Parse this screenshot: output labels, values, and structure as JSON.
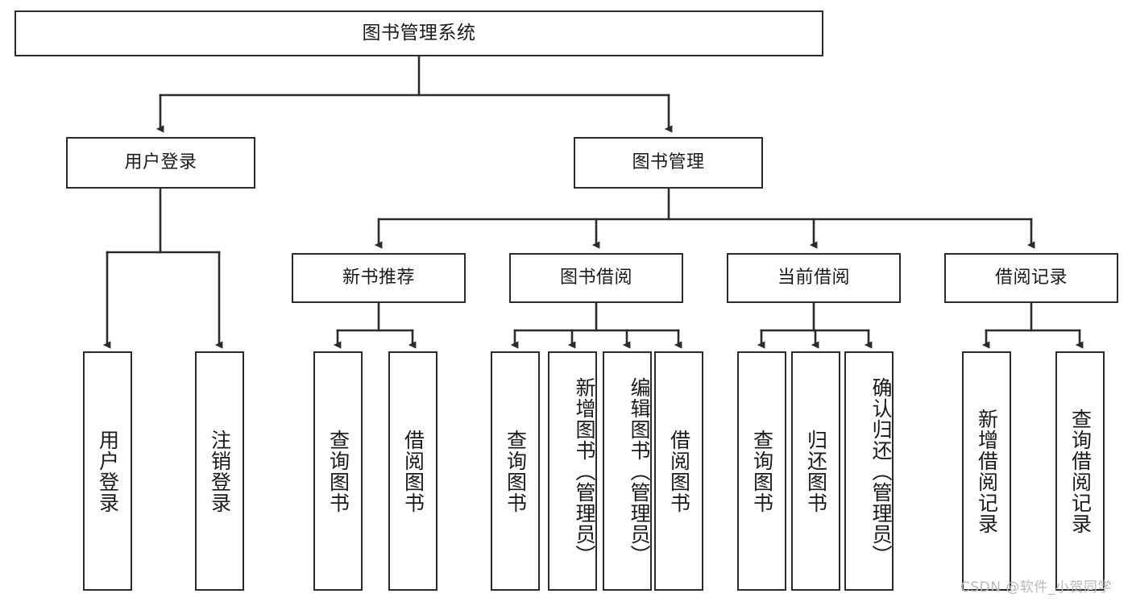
{
  "diagram": {
    "type": "tree",
    "title": "图书管理系统",
    "orientation": "top-down",
    "colors": {
      "border": "#2b2b2b",
      "fill": "#ffffff",
      "text": "#1a1a1a",
      "edge": "#2b2b2b",
      "watermark": "#b9b9b9"
    }
  },
  "nodes": {
    "root": {
      "label": "图书管理系统"
    },
    "level1": [
      {
        "id": "user-login",
        "label": "用户登录"
      },
      {
        "id": "book-management",
        "label": "图书管理"
      }
    ],
    "level2": [
      {
        "id": "new-book-recommend",
        "label": "新书推荐"
      },
      {
        "id": "book-borrow",
        "label": "图书借阅"
      },
      {
        "id": "current-borrow",
        "label": "当前借阅"
      },
      {
        "id": "borrow-record",
        "label": "借阅记录"
      }
    ],
    "leaves": {
      "user_login": [
        {
          "id": "leaf-user-login",
          "label": "用户登录"
        },
        {
          "id": "leaf-logout-login",
          "label": "注销登录"
        }
      ],
      "new_book_recommend": [
        {
          "id": "leaf-query-book-1",
          "label": "查询图书"
        },
        {
          "id": "leaf-borrow-book-1",
          "label": "借阅图书"
        }
      ],
      "book_borrow": [
        {
          "id": "leaf-query-book-2",
          "label": "查询图书"
        },
        {
          "id": "leaf-add-book-admin",
          "label": "新增图书（管理员）"
        },
        {
          "id": "leaf-edit-book-admin",
          "label": "编辑图书（管理员）"
        },
        {
          "id": "leaf-borrow-book-2",
          "label": "借阅图书"
        }
      ],
      "current_borrow": [
        {
          "id": "leaf-query-book-3",
          "label": "查询图书"
        },
        {
          "id": "leaf-return-book",
          "label": "归还图书"
        },
        {
          "id": "leaf-confirm-return-admin",
          "label": "确认归还（管理员）"
        }
      ],
      "borrow_record": [
        {
          "id": "leaf-add-borrow-record",
          "label": "新增借阅记录"
        },
        {
          "id": "leaf-query-borrow-record",
          "label": "查询借阅记录"
        }
      ]
    }
  },
  "watermark": {
    "text": "CSDN @软件_小贺同学"
  }
}
